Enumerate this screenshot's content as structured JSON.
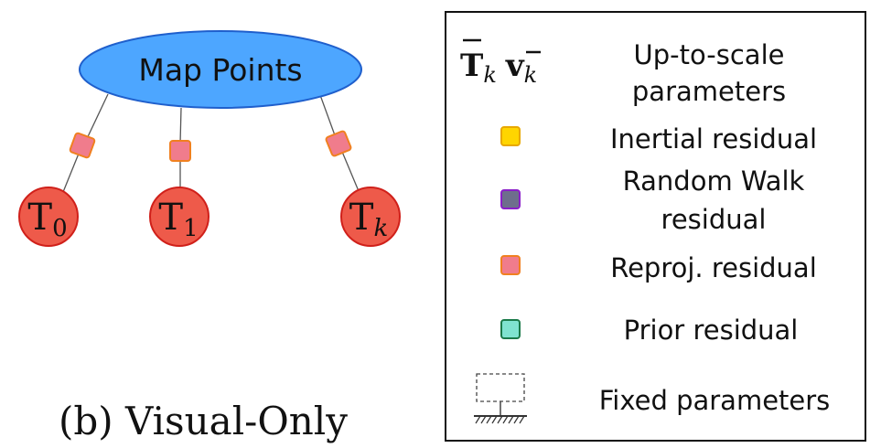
{
  "graph": {
    "map_points_label": "Map Points",
    "nodes": [
      {
        "base": "T",
        "sub": "0"
      },
      {
        "base": "T",
        "sub": "1"
      },
      {
        "base": "T",
        "sub": "k"
      }
    ],
    "caption": "(b) Visual-Only"
  },
  "legend": {
    "items": [
      {
        "symbol": "params",
        "math": {
          "T": "T",
          "v": "v",
          "sub": "k"
        },
        "lines": [
          "Up-to-scale",
          "parameters"
        ]
      },
      {
        "symbol": "inertial-factor",
        "color": "#FFD500",
        "stroke": "#E8A800",
        "lines": [
          "Inertial residual"
        ]
      },
      {
        "symbol": "random-walk-factor",
        "color": "#6E6E8C",
        "stroke": "#8B1FC9",
        "lines": [
          "Random Walk",
          "residual"
        ]
      },
      {
        "symbol": "reproj-factor",
        "color": "#F07C8C",
        "stroke": "#F08020",
        "lines": [
          "Reproj. residual"
        ]
      },
      {
        "symbol": "prior-factor",
        "color": "#7FE3D0",
        "stroke": "#1B7A4A",
        "lines": [
          "Prior residual"
        ]
      },
      {
        "symbol": "fixed-params",
        "lines": [
          "Fixed parameters"
        ]
      }
    ]
  },
  "colors": {
    "map_points_fill": "#4DA6FF",
    "map_points_stroke": "#1F5FCC",
    "node_fill": "#EE5A4A",
    "node_stroke": "#D0201A",
    "edge": "#555555"
  }
}
